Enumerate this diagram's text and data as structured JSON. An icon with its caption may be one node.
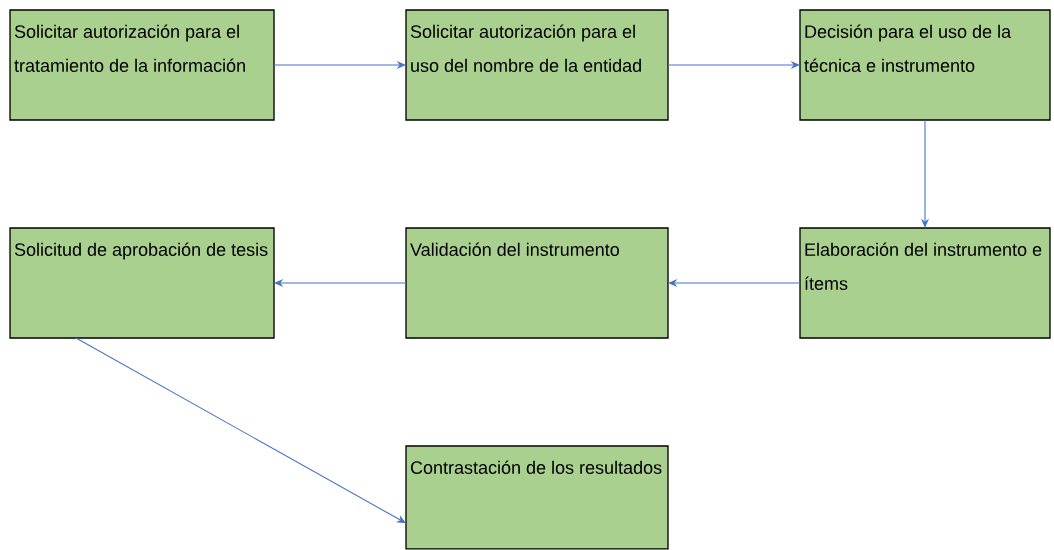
{
  "diagram": {
    "nodes": [
      {
        "text": [
          "Solicitar autorización para el tratamiento de la información"
        ]
      },
      {
        "text": [
          "Solicitar autorización para el uso del nombre de la entidad"
        ]
      },
      {
        "text": [
          "Decisión para el uso de la técnica e instrumento"
        ]
      },
      {
        "text": [
          "Solicitud de aprobación de tesis"
        ]
      },
      {
        "text": [
          "Validación del instrumento"
        ]
      },
      {
        "text": [
          "Elaboración del instrumento e ítems"
        ]
      },
      {
        "text": [
          "Contrastación de los resultados"
        ]
      }
    ],
    "edges": [
      {
        "from": 0,
        "to": 1,
        "arrow": "to"
      },
      {
        "from": 1,
        "to": 2,
        "arrow": "to"
      },
      {
        "from": 2,
        "to": 5,
        "arrow": "to"
      },
      {
        "from": 5,
        "to": 4,
        "arrow": "to"
      },
      {
        "from": 4,
        "to": 3,
        "arrow": "to"
      },
      {
        "from": 3,
        "to": 6,
        "arrow": "to"
      }
    ]
  }
}
